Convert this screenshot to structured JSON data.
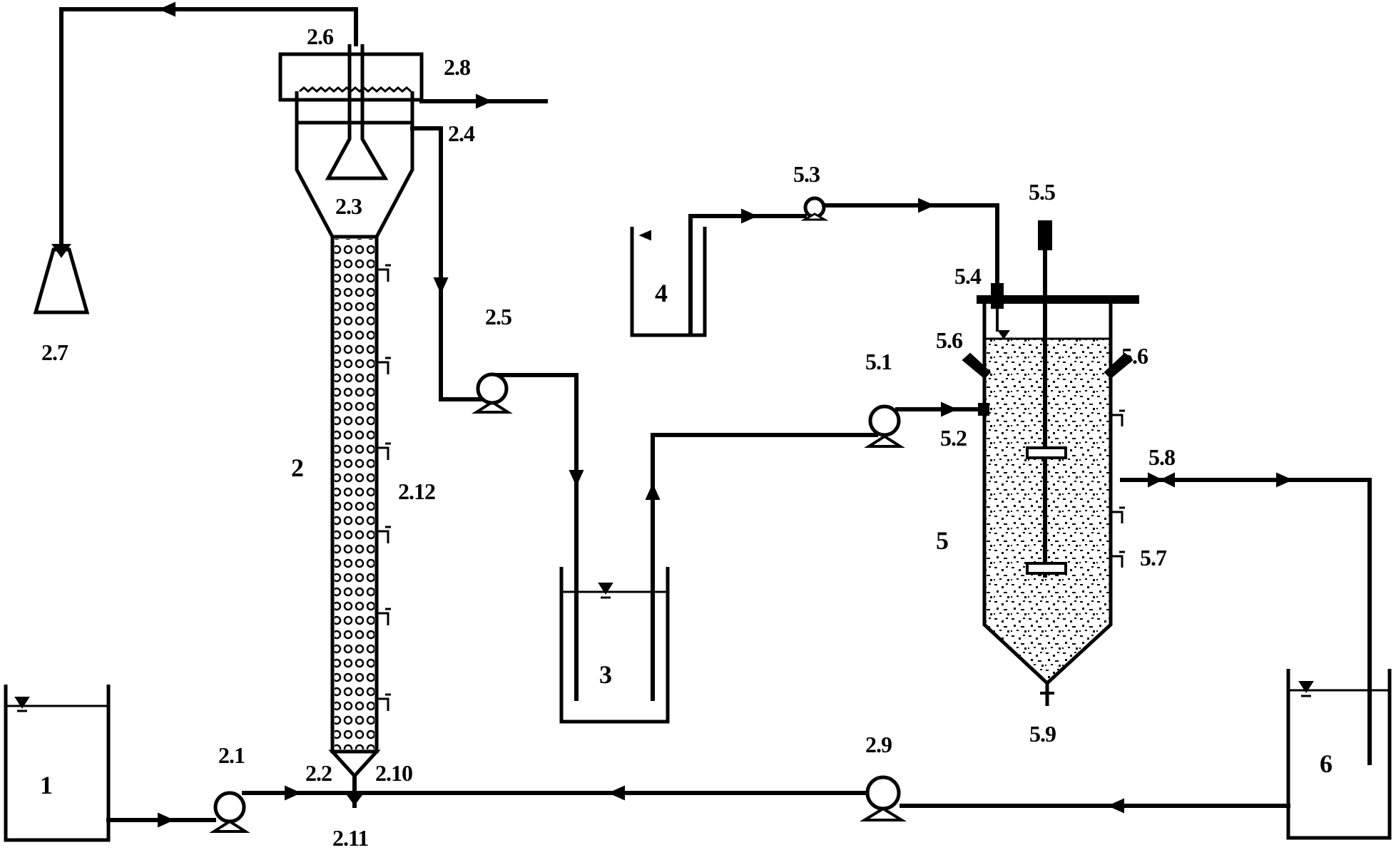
{
  "labels": {
    "l_1": "1",
    "l_2": "2",
    "l_3": "3",
    "l_4": "4",
    "l_5": "5",
    "l_6": "6",
    "l_2_1": "2.1",
    "l_2_2": "2.2",
    "l_2_3": "2.3",
    "l_2_4": "2.4",
    "l_2_5": "2.5",
    "l_2_6": "2.6",
    "l_2_7": "2.7",
    "l_2_8": "2.8",
    "l_2_9": "2.9",
    "l_2_10": "2.10",
    "l_2_11": "2.11",
    "l_2_12": "2.12",
    "l_5_1": "5.1",
    "l_5_2": "5.2",
    "l_5_3": "5.3",
    "l_5_4": "5.4",
    "l_5_5": "5.5",
    "l_5_6a": "5.6",
    "l_5_6b": "5.6",
    "l_5_7": "5.7",
    "l_5_8": "5.8",
    "l_5_9": "5.9"
  }
}
